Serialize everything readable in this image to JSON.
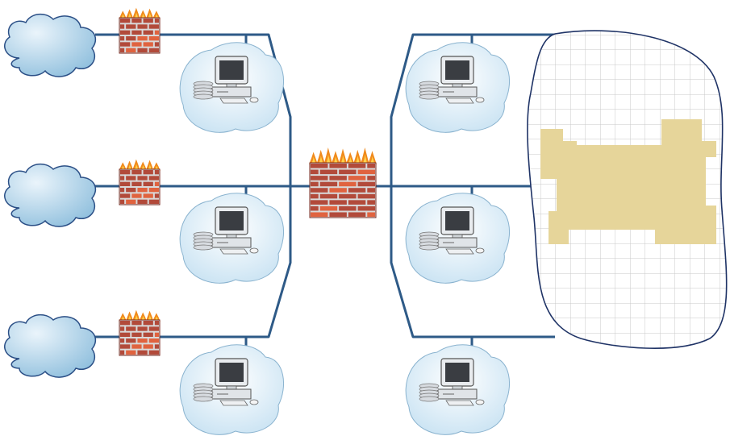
{
  "diagram": {
    "colors": {
      "background": "#ffffff",
      "link": "#2e5a87",
      "cloud_fill_light": "#eaf4fb",
      "cloud_fill_dark": "#8fbfdd",
      "cloud_stroke": "#2b4f86",
      "brick": "#b24a3a",
      "brick_light": "#e0633f",
      "flame": "#f08a1c",
      "flame_core": "#ffd24a",
      "zone_grid": "#c9c9c9",
      "zone_stroke": "#1f3366",
      "protected_area": "#e6d59a"
    },
    "nodes": [
      {
        "id": "cloud-1",
        "kind": "cloud",
        "icon": "cloud-icon"
      },
      {
        "id": "cloud-2",
        "kind": "cloud",
        "icon": "cloud-icon"
      },
      {
        "id": "cloud-3",
        "kind": "cloud",
        "icon": "cloud-icon"
      },
      {
        "id": "firewall-1",
        "kind": "firewall",
        "icon": "firewall-icon"
      },
      {
        "id": "firewall-2",
        "kind": "firewall",
        "icon": "firewall-icon"
      },
      {
        "id": "firewall-3",
        "kind": "firewall",
        "icon": "firewall-icon"
      },
      {
        "id": "central-firewall",
        "kind": "firewall",
        "icon": "firewall-icon"
      },
      {
        "id": "workstation-left-1",
        "kind": "workstation",
        "icon": "computer-icon"
      },
      {
        "id": "workstation-left-2",
        "kind": "workstation",
        "icon": "computer-icon"
      },
      {
        "id": "workstation-left-3",
        "kind": "workstation",
        "icon": "computer-icon"
      },
      {
        "id": "workstation-right-1",
        "kind": "workstation",
        "icon": "computer-icon"
      },
      {
        "id": "workstation-right-2",
        "kind": "workstation",
        "icon": "computer-icon"
      },
      {
        "id": "workstation-right-3",
        "kind": "workstation",
        "icon": "computer-icon"
      },
      {
        "id": "protected-zone",
        "kind": "grid-zone",
        "icon": "floor-plan-icon"
      }
    ],
    "connections": [
      [
        "cloud-1",
        "firewall-1"
      ],
      [
        "cloud-2",
        "firewall-2"
      ],
      [
        "cloud-3",
        "firewall-3"
      ],
      [
        "firewall-1",
        "central-firewall"
      ],
      [
        "firewall-2",
        "central-firewall"
      ],
      [
        "firewall-3",
        "central-firewall"
      ],
      [
        "workstation-left-1",
        "central-firewall"
      ],
      [
        "workstation-left-2",
        "central-firewall"
      ],
      [
        "workstation-left-3",
        "central-firewall"
      ],
      [
        "central-firewall",
        "workstation-right-1"
      ],
      [
        "central-firewall",
        "workstation-right-2"
      ],
      [
        "central-firewall",
        "workstation-right-3"
      ],
      [
        "central-firewall",
        "protected-zone"
      ]
    ]
  }
}
